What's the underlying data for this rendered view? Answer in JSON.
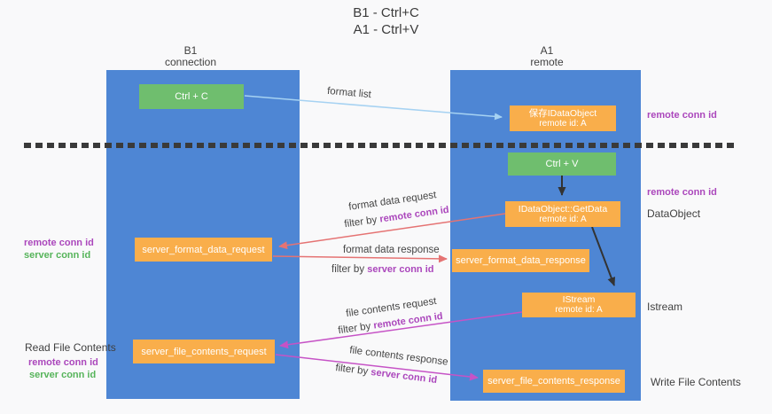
{
  "title": {
    "line1": "B1 - Ctrl+C",
    "line2": "A1 - Ctrl+V"
  },
  "lifelines": {
    "b1": {
      "name": "B1",
      "role": "connection"
    },
    "a1": {
      "name": "A1",
      "role": "remote"
    }
  },
  "nodes": {
    "ctrl_c": {
      "label": "Ctrl + C"
    },
    "ctrl_v": {
      "label": "Ctrl + V"
    },
    "save_dataobject": {
      "line1": "保存IDataObject",
      "line2": "remote id: A"
    },
    "getdata": {
      "line1": "IDataObject::GetData",
      "line2": "remote id: A"
    },
    "istream": {
      "line1": "IStream",
      "line2": "remote id: A"
    },
    "server_format_data_request": {
      "label": "server_format_data_request"
    },
    "server_format_data_response": {
      "label": "server_format_data_response"
    },
    "server_file_contents_request": {
      "label": "server_file_contents_request"
    },
    "server_file_contents_response": {
      "label": "server_file_contents_response"
    }
  },
  "side_labels": {
    "remote_conn_id_top": "remote conn id",
    "remote_conn_id_mid": "remote conn id",
    "dataobject": "DataObject",
    "istream": "Istream",
    "write_file_contents": "Write File Contents",
    "read_file_contents": "Read File Contents",
    "left_mid_remote": "remote conn id",
    "left_mid_server": "server conn id",
    "left_bottom_remote": "remote conn id",
    "left_bottom_server": "server conn id"
  },
  "arrow_labels": {
    "format_list": "format list",
    "format_data_request": "format data request",
    "format_data_request_filter": "filter by",
    "format_data_request_key": "remote conn id",
    "format_data_response": "format data response",
    "format_data_response_filter": "filter by",
    "format_data_response_key": "server conn id",
    "file_contents_request": "file contents request",
    "file_contents_request_filter": "filter by",
    "file_contents_request_key": "remote conn id",
    "file_contents_response": "file contents response",
    "file_contents_response_filter": "filter by",
    "file_contents_response_key": "server conn id"
  },
  "colors": {
    "panel_blue": "#4e86d4",
    "box_green": "#6fbe6e",
    "box_orange": "#f9ae4b",
    "purple_key": "#ab47bc",
    "green_key": "#56b45a",
    "salmon_arrow": "#e57373",
    "magenta_arrow": "#c653c6",
    "light_blue_arrow": "#a6d2f2",
    "black_arrow": "#333333"
  }
}
